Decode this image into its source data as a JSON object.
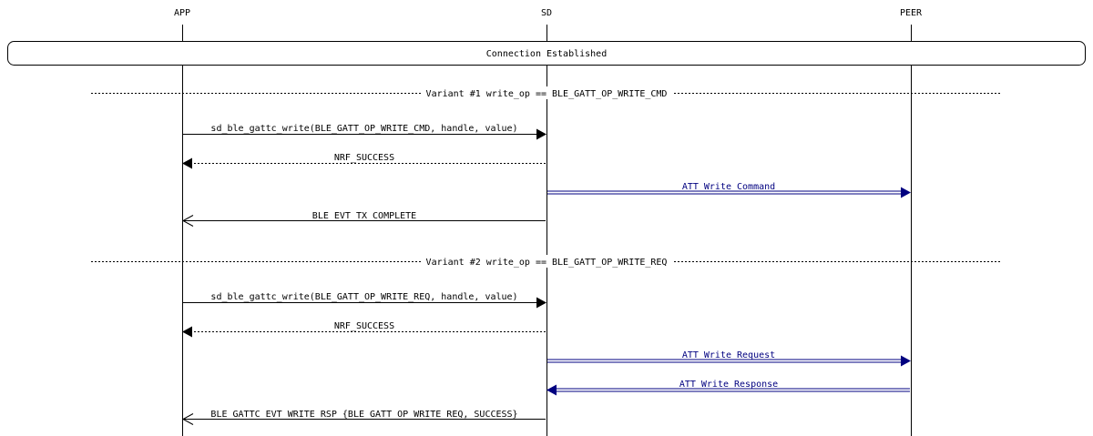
{
  "participants": {
    "app": "APP",
    "sd": "SD",
    "peer": "PEER"
  },
  "banner": {
    "text": "Connection Established"
  },
  "variants": {
    "v1": "Variant #1 write_op == BLE_GATT_OP_WRITE_CMD",
    "v2": "Variant #2 write_op == BLE_GATT_OP_WRITE_REQ"
  },
  "messages": {
    "m1": "sd_ble_gattc_write(BLE_GATT_OP_WRITE_CMD, handle, value)",
    "m2": "NRF_SUCCESS",
    "m3": "ATT Write Command",
    "m4": "BLE_EVT_TX_COMPLETE",
    "m5": "sd_ble_gattc_write(BLE_GATT_OP_WRITE_REQ, handle, value)",
    "m6": "NRF_SUCCESS",
    "m7": "ATT Write Request",
    "m8": "ATT Write Response",
    "m9": "BLE_GATTC_EVT_WRITE_RSP {BLE_GATT_OP_WRITE_REQ, SUCCESS}"
  },
  "colors": {
    "line": "#000000",
    "air_message": "#000080"
  }
}
